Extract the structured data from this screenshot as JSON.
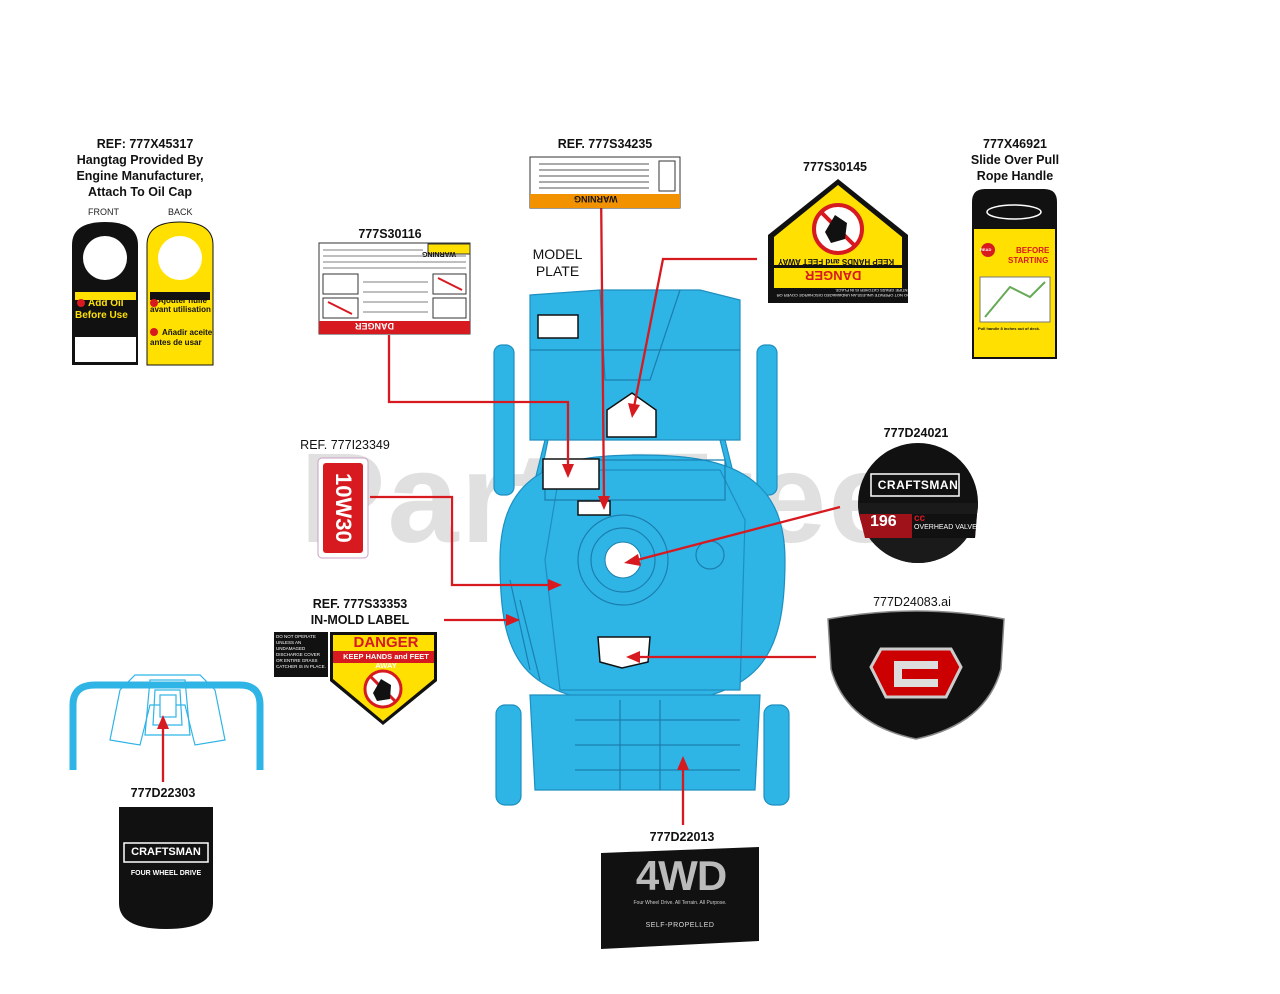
{
  "watermark": "PartsTree",
  "labels": {
    "hangtag_ref": "REF: 777X45317",
    "hangtag_desc1": "Hangtag Provided By",
    "hangtag_desc2": "Engine Manufacturer,",
    "hangtag_desc3": "Attach To Oil Cap",
    "hangtag_front": "FRONT",
    "hangtag_back": "BACK",
    "warning_ref": "REF. 777S34235",
    "danger_hex_ref": "777S30145",
    "pull_rope_ref": "777X46921",
    "pull_rope_desc1": "Slide Over Pull",
    "pull_rope_desc2": "Rope Handle",
    "danger_label_ref": "777S30116",
    "model_plate1": "MODEL",
    "model_plate2": "PLATE",
    "oil_ref": "REF. 777I23349",
    "engine_ref": "777D24021",
    "inmold_ref": "REF. 777S33353",
    "inmold_desc": "IN-MOLD LABEL",
    "emblem_ref": "777D24083.ai",
    "handle_ref": "777D22303",
    "fourwd_ref": "777D22013"
  },
  "decals": {
    "hangtag_front_text1": "Add Oil",
    "hangtag_front_text2": "Before Use",
    "hangtag_back_text1": "Ajouter huile",
    "hangtag_back_text2": "avant utilisation",
    "hangtag_back_text3": "Añadir aceite",
    "hangtag_back_text4": "antes de usar",
    "warning_header": "WARNING",
    "danger_hex_title": "DANGER",
    "danger_hex_sub": "KEEP HANDS and FEET AWAY",
    "danger_hex_note": "DO NOT OPERATE UNLESS AN UNDAMAGED DISCHARGE COVER OR ENTIRE GRASS CATCHER IS IN PLACE.",
    "pull_rope_title1": "BEFORE",
    "pull_rope_title2": "STARTING",
    "pull_rope_read": "READ",
    "pull_rope_foot": "Pull handle 8 inches out of deck.",
    "danger_label_warning": "WARNING",
    "danger_label_danger": "DANGER",
    "oil_text": "10W30",
    "engine_brand": "CRAFTSMAN",
    "engine_cc": "196",
    "engine_cc_unit": "cc",
    "engine_valve": "OVERHEAD VALVE",
    "inmold_title": "DANGER",
    "inmold_sub": "KEEP HANDS and FEET AWAY",
    "inmold_note": "DO NOT OPERATE UNLESS AN UNDAMAGED DISCHARGE COVER OR ENTIRE GRASS CATCHER IS IN PLACE.",
    "handle_brand": "CRAFTSMAN",
    "handle_sub": "FOUR WHEEL DRIVE",
    "fourwd_title": "4WD",
    "fourwd_tag": "Four Wheel Drive. All Terrain. All Purpose.",
    "fourwd_sub": "SELF-PROPELLED"
  },
  "colors": {
    "mower_blue": "#2fb4e6",
    "arrow_red": "#d71920",
    "danger_yellow": "#ffe000",
    "warning_orange": "#f39200",
    "black": "#111111"
  }
}
